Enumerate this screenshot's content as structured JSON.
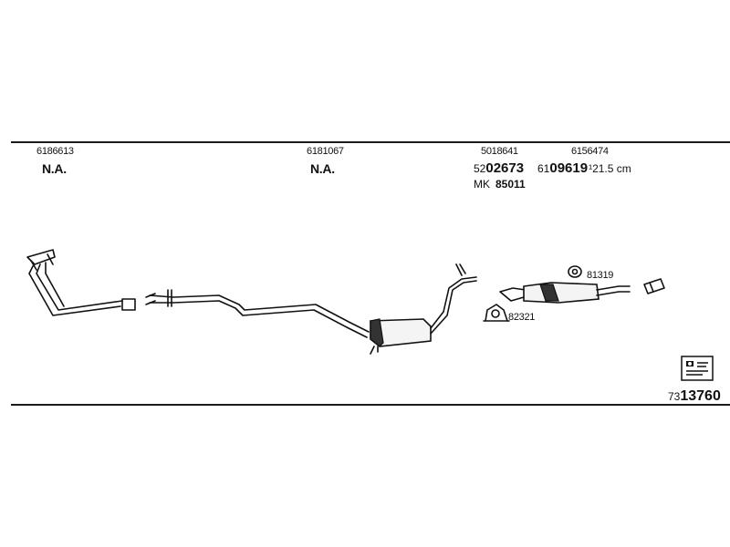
{
  "sections": [
    {
      "code": "6186613",
      "value": "N.A."
    },
    {
      "code": "6181067",
      "value": "N.A."
    }
  ],
  "rear_section": {
    "code_a": "5018641",
    "code_b": "6156474",
    "part_a_prefix": "52",
    "part_a_main": "02673",
    "part_b_prefix": "61",
    "part_b_main": "09619",
    "part_b_note": "¹21.5 cm",
    "mk_label": "MK",
    "mk_value": "85011"
  },
  "accessories": [
    {
      "code": "81319",
      "icon": "rubber-hanger-icon"
    },
    {
      "code": "82321",
      "icon": "pipe-clamp-icon"
    }
  ],
  "footer": {
    "prefix": "73",
    "number": "13760",
    "icon": "catalog-chart-icon"
  }
}
